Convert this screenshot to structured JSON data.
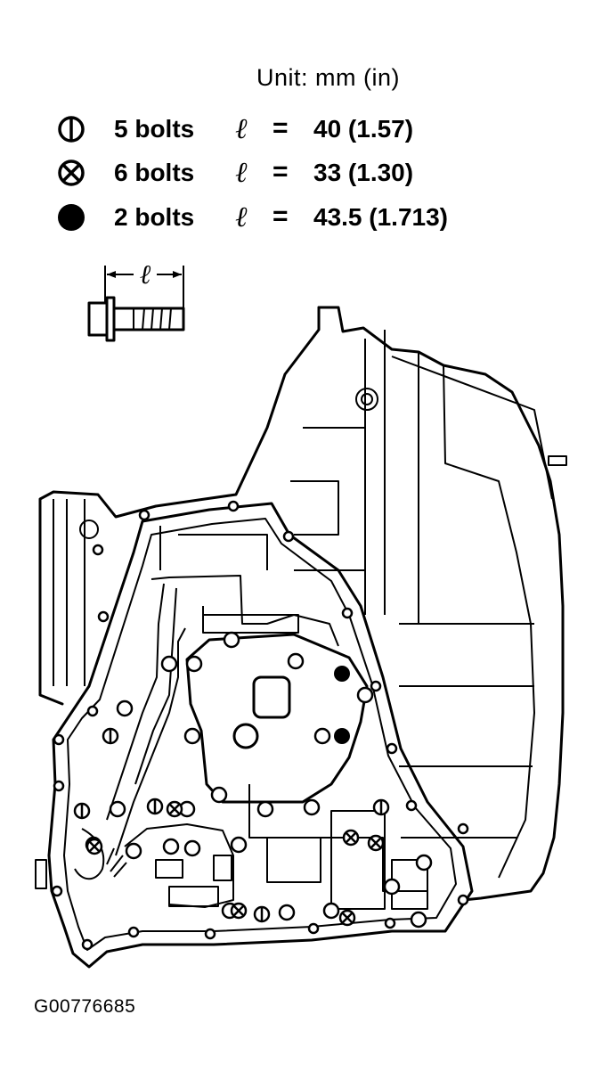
{
  "unit_label": "Unit: mm (in)",
  "legend": [
    {
      "symbol": "circle-vertical-line-icon",
      "count": "5 bolts",
      "ell": "ℓ",
      "eq": "=",
      "value": "40 (1.57)"
    },
    {
      "symbol": "circle-x-icon",
      "count": "6 bolts",
      "ell": "ℓ",
      "eq": "=",
      "value": "33 (1.30)"
    },
    {
      "symbol": "filled-circle-icon",
      "count": "2 bolts",
      "ell": "ℓ",
      "eq": "=",
      "value": "43.5 (1.713)"
    }
  ],
  "bolt_length_label": "ℓ",
  "figure_code": "G00776685"
}
